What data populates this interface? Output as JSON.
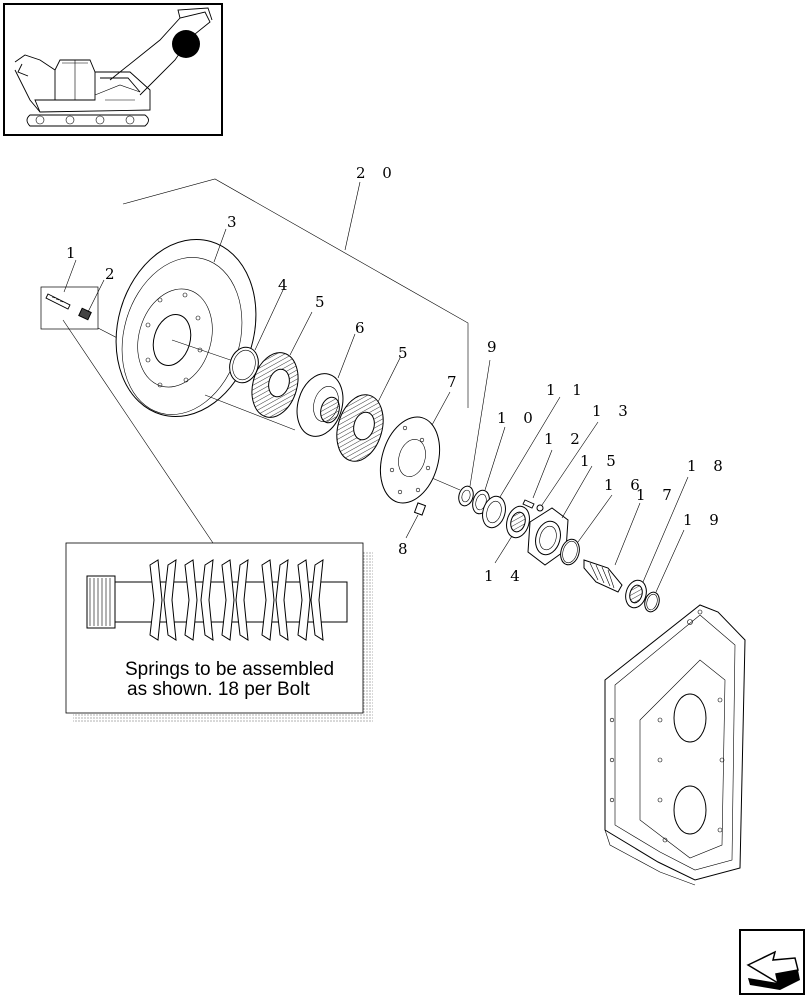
{
  "callouts": {
    "c1": "1",
    "c2": "2",
    "c3": "3",
    "c4": "4",
    "c5a": "5",
    "c5b": "5",
    "c6": "6",
    "c7": "7",
    "c8": "8",
    "c9": "9",
    "c10": "1 0",
    "c11": "1 1",
    "c12": "1 2",
    "c13": "1 3",
    "c14": "1 4",
    "c15": "1 5",
    "c16": "1 6",
    "c17": "1 7",
    "c18": "1 8",
    "c19": "1 9",
    "c20": "2 0"
  },
  "detail_note": {
    "line1": "Springs to be assembled",
    "line2": "as shown.    18 per Bolt"
  },
  "icons": {
    "locator": "harvester-locator-icon",
    "nav": "next-page-arrow-icon"
  }
}
